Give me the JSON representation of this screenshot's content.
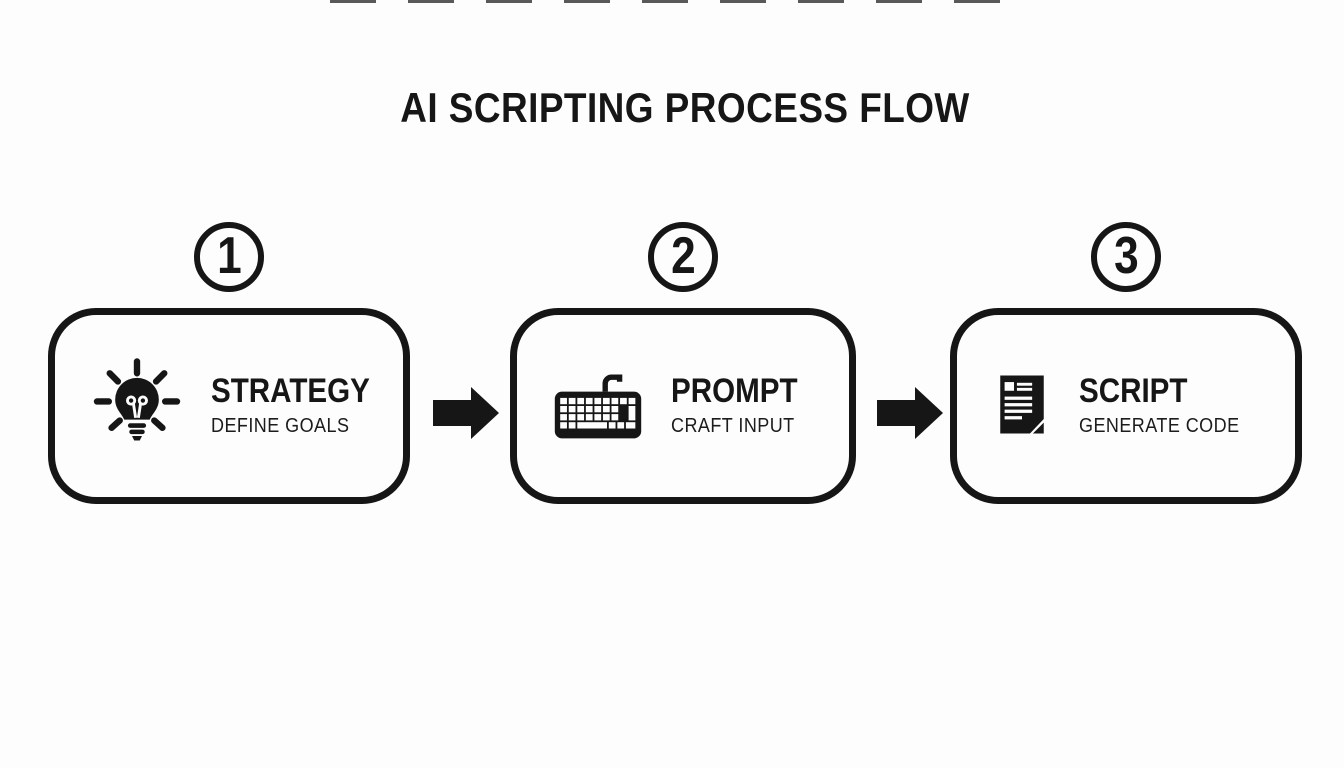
{
  "title": "AI SCRIPTING PROCESS FLOW",
  "colors": {
    "ink": "#161616",
    "background": "#fdfdfd"
  },
  "steps": [
    {
      "number": "1",
      "icon": "lightbulb-icon",
      "label": "STRATEGY",
      "sublabel": "DEFINE GOALS"
    },
    {
      "number": "2",
      "icon": "keyboard-icon",
      "label": "PROMPT",
      "sublabel": "CRAFT INPUT"
    },
    {
      "number": "3",
      "icon": "document-icon",
      "label": "SCRIPT",
      "sublabel": "GENERATE CODE"
    }
  ],
  "connectors": [
    {
      "icon": "arrow-right-icon"
    },
    {
      "icon": "arrow-right-icon"
    }
  ]
}
